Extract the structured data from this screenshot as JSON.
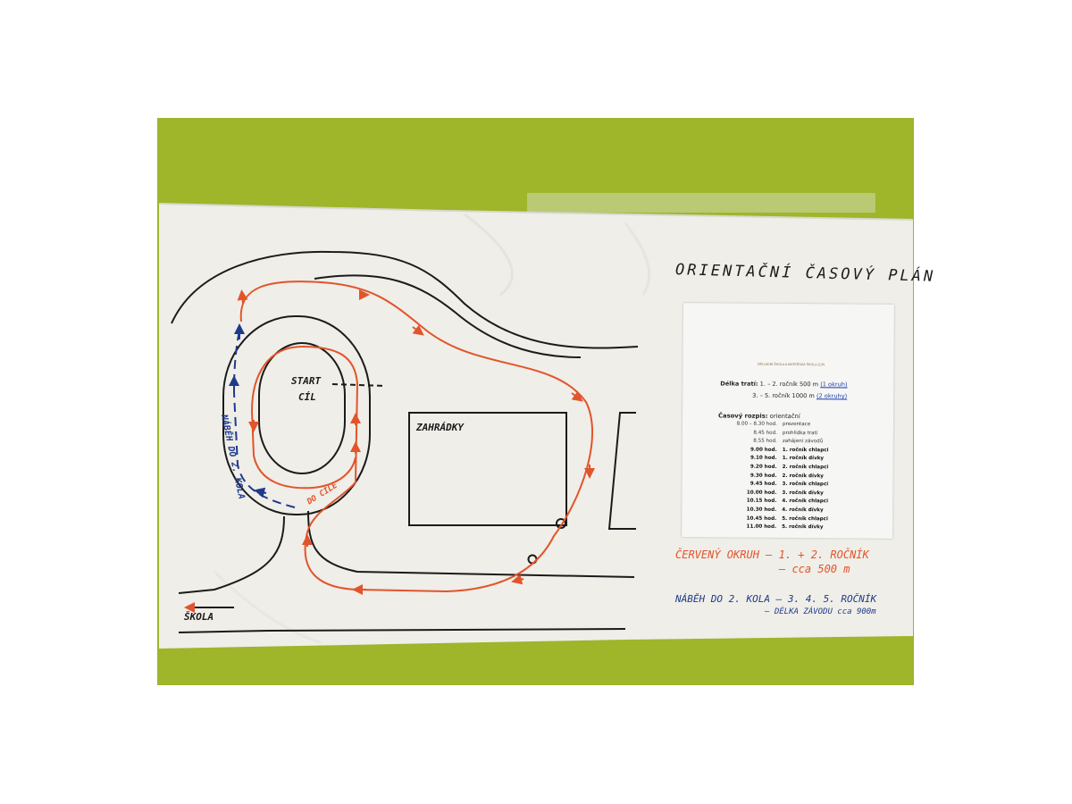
{
  "poster": {
    "title": "ORIENTAČNÍ ČASOVÝ PLÁN",
    "colors": {
      "wall": "#9fb52a",
      "paper": "#efeee8",
      "red_route": "#e2542b",
      "blue_route": "#1f3a8c",
      "ink": "#1b1b1b"
    }
  },
  "map": {
    "start_label": "START",
    "finish_label": "CÍL",
    "gardens_label": "ZAHRÁDKY",
    "school_label": "ŠKOLA",
    "blue_route_label": "NÁBĚH DO 2. KOLA",
    "red_route_label": "DO CÍLE"
  },
  "schedule_sheet": {
    "logo_text": "ZÁKLADNÍ ŠKOLA A MATEŘSKÁ ŠKOLA ZLÍN",
    "length_heading": "Délka tratí:",
    "length_rows": [
      {
        "grades": "1. – 2. ročník",
        "distance": "500 m",
        "laps": "(1 okruh)"
      },
      {
        "grades": "3. – 5. ročník",
        "distance": "1000 m",
        "laps": "(2 okruhy)"
      }
    ],
    "schedule_heading": "Časový rozpis:",
    "schedule_note": "orientační",
    "rows": [
      {
        "time": "8.00 – 8.30 hod.",
        "event": "prezentace",
        "bold": false
      },
      {
        "time": "8.45 hod.",
        "event": "prohlídka tratí",
        "bold": false
      },
      {
        "time": "8.55 hod.",
        "event": "zahájení závodů",
        "bold": false
      },
      {
        "time": "9.00 hod.",
        "event": "1. ročník chlapci",
        "bold": true
      },
      {
        "time": "9.10 hod.",
        "event": "1. ročník dívky",
        "bold": true
      },
      {
        "time": "9.20 hod.",
        "event": "2. ročník chlapci",
        "bold": true
      },
      {
        "time": "9.30 hod.",
        "event": "2. ročník dívky",
        "bold": true
      },
      {
        "time": "9.45 hod.",
        "event": "3. ročník chlapci",
        "bold": true
      },
      {
        "time": "10.00 hod.",
        "event": "3. ročník dívky",
        "bold": true
      },
      {
        "time": "10.15 hod.",
        "event": "4. ročník chlapci",
        "bold": true
      },
      {
        "time": "10.30 hod.",
        "event": "4. ročník dívky",
        "bold": true
      },
      {
        "time": "10.45 hod.",
        "event": "5. ročník chlapci",
        "bold": true
      },
      {
        "time": "11.00 hod.",
        "event": "5. ročník dívky",
        "bold": true
      }
    ]
  },
  "notes": {
    "red_line1": "ČERVENÝ OKRUH – 1. + 2. ROČNÍK",
    "red_line2": "– cca 500 m",
    "blue_line1": "NÁBĚH DO 2. KOLA – 3. 4. 5. ROČNÍK",
    "blue_line2": "– DÉLKA ZÁVODU cca 900m"
  }
}
